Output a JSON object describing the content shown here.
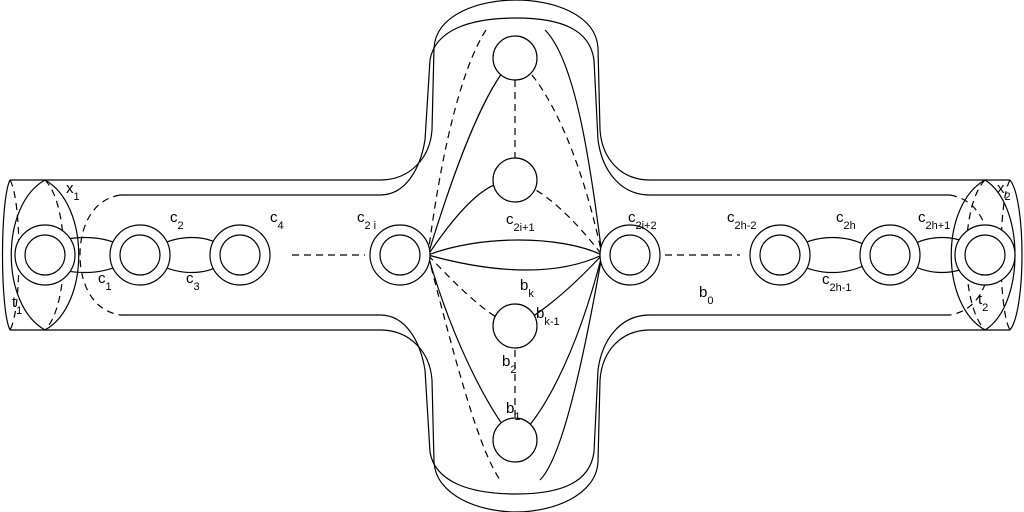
{
  "diagram": {
    "labels": {
      "x1": {
        "main": "x",
        "sub": "1"
      },
      "x2": {
        "main": "x",
        "sub": "2"
      },
      "t1": {
        "main": "t",
        "sub": "1"
      },
      "t2": {
        "main": "t",
        "sub": "2"
      },
      "c1": {
        "main": "c",
        "sub": "1"
      },
      "c2": {
        "main": "c",
        "sub": "2"
      },
      "c3": {
        "main": "c",
        "sub": "3"
      },
      "c4": {
        "main": "c",
        "sub": "4"
      },
      "c2i": {
        "main": "c",
        "sub": "2 i"
      },
      "c2i1": {
        "main": "c",
        "sub": "2i+1"
      },
      "c2i2": {
        "main": "c",
        "sub": "2i+2"
      },
      "c2h2": {
        "main": "c",
        "sub": "2h-2"
      },
      "c2h": {
        "main": "c",
        "sub": "2h"
      },
      "c2h1": {
        "main": "c",
        "sub": "2h-1"
      },
      "c2hp1": {
        "main": "c",
        "sub": "2h+1"
      },
      "bk": {
        "main": "b",
        "sub": "k"
      },
      "bk1": {
        "main": "b",
        "sub": "k-1"
      },
      "b2": {
        "main": "b",
        "sub": "2"
      },
      "b1": {
        "main": "b",
        "sub": "1"
      },
      "b0": {
        "main": "b",
        "sub": "0"
      }
    }
  }
}
